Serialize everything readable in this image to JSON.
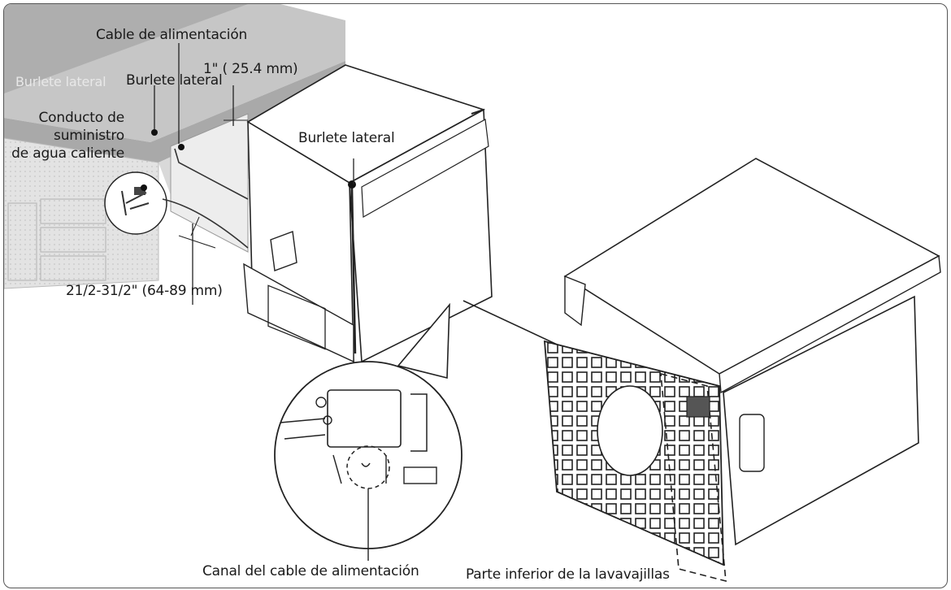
{
  "labels": {
    "power_cable": "Cable de alimentación",
    "side_seal_ghost": "Burlete lateral",
    "side_seal_top": "Burlete lateral",
    "clearance_top": "1\" ( 25.4 mm)",
    "hot_water_line_1": "Conducto de",
    "hot_water_line_2": "suministro",
    "hot_water_line_3": "de agua caliente",
    "side_seal_front": "Burlete lateral",
    "clearance_side": "21/2-31/2\" (64-89 mm)",
    "cable_channel": "Canal del cable de alimentación",
    "dishwasher_bottom": "Parte inferior de la lavavajillas"
  },
  "colors": {
    "line": "#1a1a1a",
    "cabinet_fill": "#e3e3e3",
    "counter_fill": "#bdbdbd",
    "counter_dark": "#8f8f8f",
    "unit_fill": "#ffffff"
  }
}
